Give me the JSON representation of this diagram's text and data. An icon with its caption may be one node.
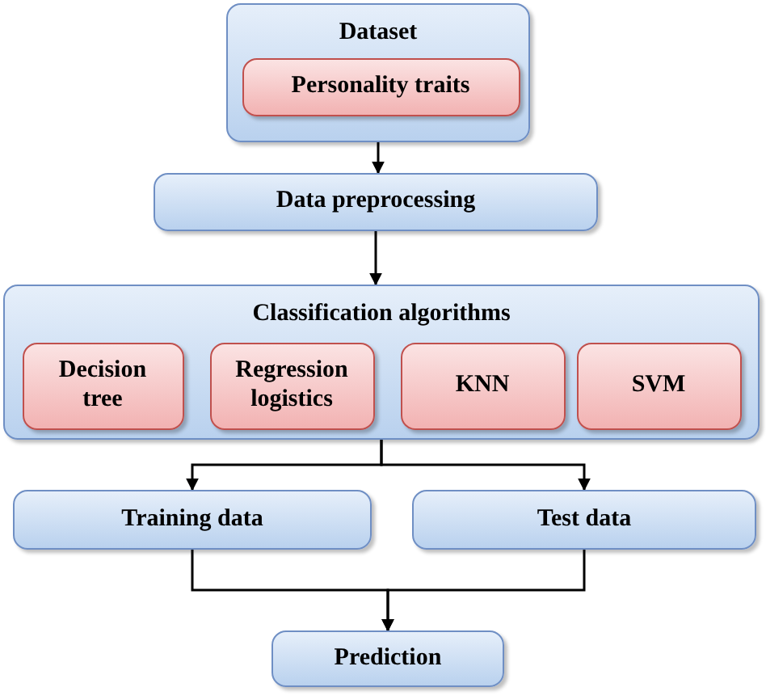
{
  "diagram": {
    "nodes": [
      {
        "text": [
          "Dataset"
        ]
      },
      {
        "text": [
          "Personality traits"
        ],
        "in": 0
      },
      {
        "text": [
          "Data preprocessing"
        ]
      },
      {
        "text": [
          "Classification algorithms"
        ]
      },
      {
        "text": [
          "Decision tree"
        ],
        "in": 3
      },
      {
        "text": [
          "Regression logistics"
        ],
        "in": 3
      },
      {
        "text": [
          "KNN"
        ],
        "in": 3
      },
      {
        "text": [
          "SVM"
        ],
        "in": 3
      },
      {
        "text": [
          "Training data"
        ]
      },
      {
        "text": [
          "Test data"
        ]
      },
      {
        "text": [
          "Prediction"
        ]
      }
    ],
    "edges": [
      {
        "from": 0,
        "to": 2,
        "arrow": "to"
      },
      {
        "from": 2,
        "to": 3,
        "arrow": "to"
      },
      {
        "from": 3,
        "to": 8,
        "arrow": "to"
      },
      {
        "from": 3,
        "to": 9,
        "arrow": "to"
      },
      {
        "from": 8,
        "to": 10,
        "arrow": "to"
      },
      {
        "from": 9,
        "to": 10,
        "arrow": "to"
      }
    ]
  }
}
